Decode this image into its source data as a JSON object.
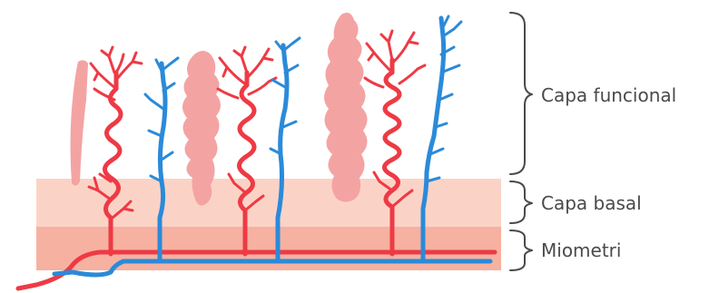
{
  "labels": {
    "functional": "Capa funcional",
    "basal": "Capa basal",
    "myometrium": "Miometri"
  },
  "colors": {
    "artery": "#ee3a45",
    "vein": "#2b8ad9",
    "gland": "#f4a3a3",
    "basal_layer": "#fbd3c6",
    "myometrium_layer": "#f6b1a0",
    "text": "#4a4a4a"
  }
}
